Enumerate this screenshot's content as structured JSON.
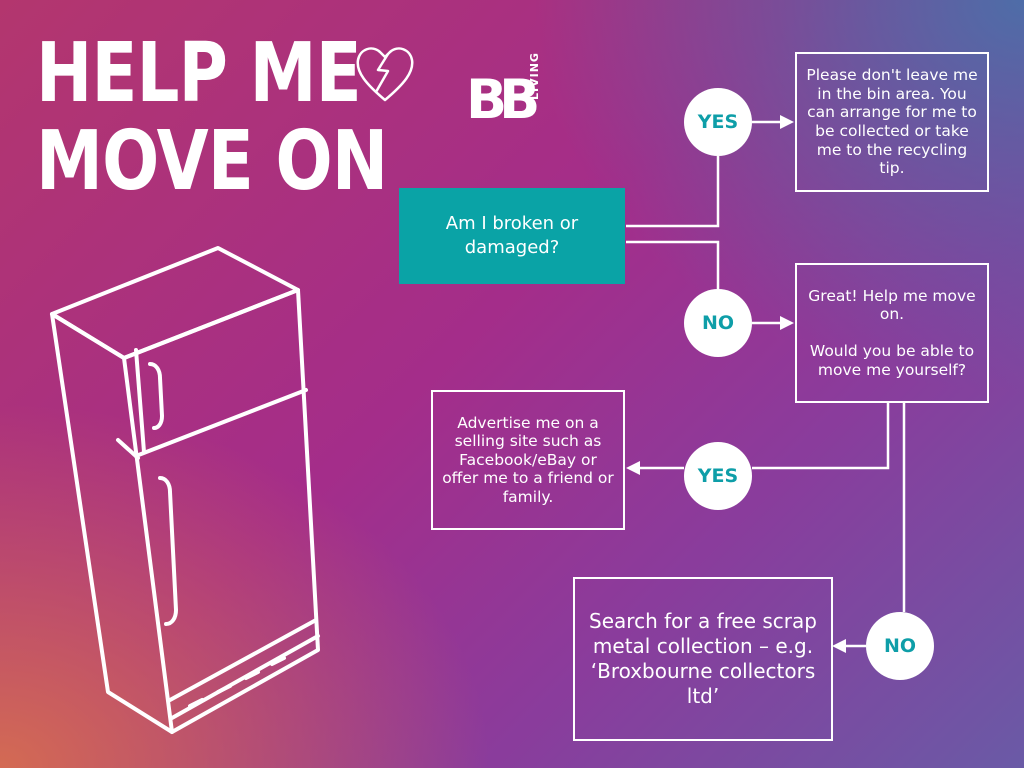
{
  "title": {
    "line1": "HELP ME",
    "line2": "MOVE ON"
  },
  "logo": {
    "letters": "BB",
    "tagline": "LIVING"
  },
  "icons": {
    "heart": "broken-heart-icon",
    "fridge": "fridge-illustration"
  },
  "colors": {
    "question_box": "#0aa3a6",
    "answer_text": "#0e9ea8",
    "lines": "#ffffff"
  },
  "flow": {
    "question": "Am I broken or damaged?",
    "yes1": "YES",
    "no1": "NO",
    "broken_box": "Please don't leave me in the bin area. You can arrange for me to be collected or take me to the recycling tip.",
    "not_broken_box_line1": "Great! Help me move on.",
    "not_broken_box_line2": "Would you be able to move me yourself?",
    "yes2": "YES",
    "no2": "NO",
    "advertise_box": "Advertise me on a selling site such as Facebook/eBay or offer me to a friend or family.",
    "scrap_box": "Search for a free scrap metal collection – e.g. ‘Broxbourne collectors ltd’"
  }
}
